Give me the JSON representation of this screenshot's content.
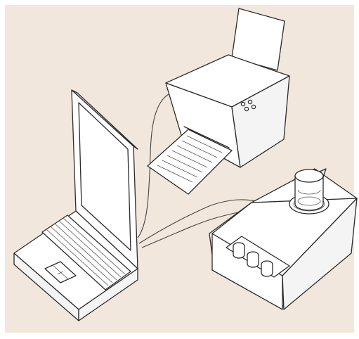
{
  "illustration": {
    "background_color": "#f2e7dc",
    "line_color": "#2b2b2b",
    "objects": [
      "laptop",
      "printer",
      "stirrer-instrument",
      "cables"
    ]
  }
}
